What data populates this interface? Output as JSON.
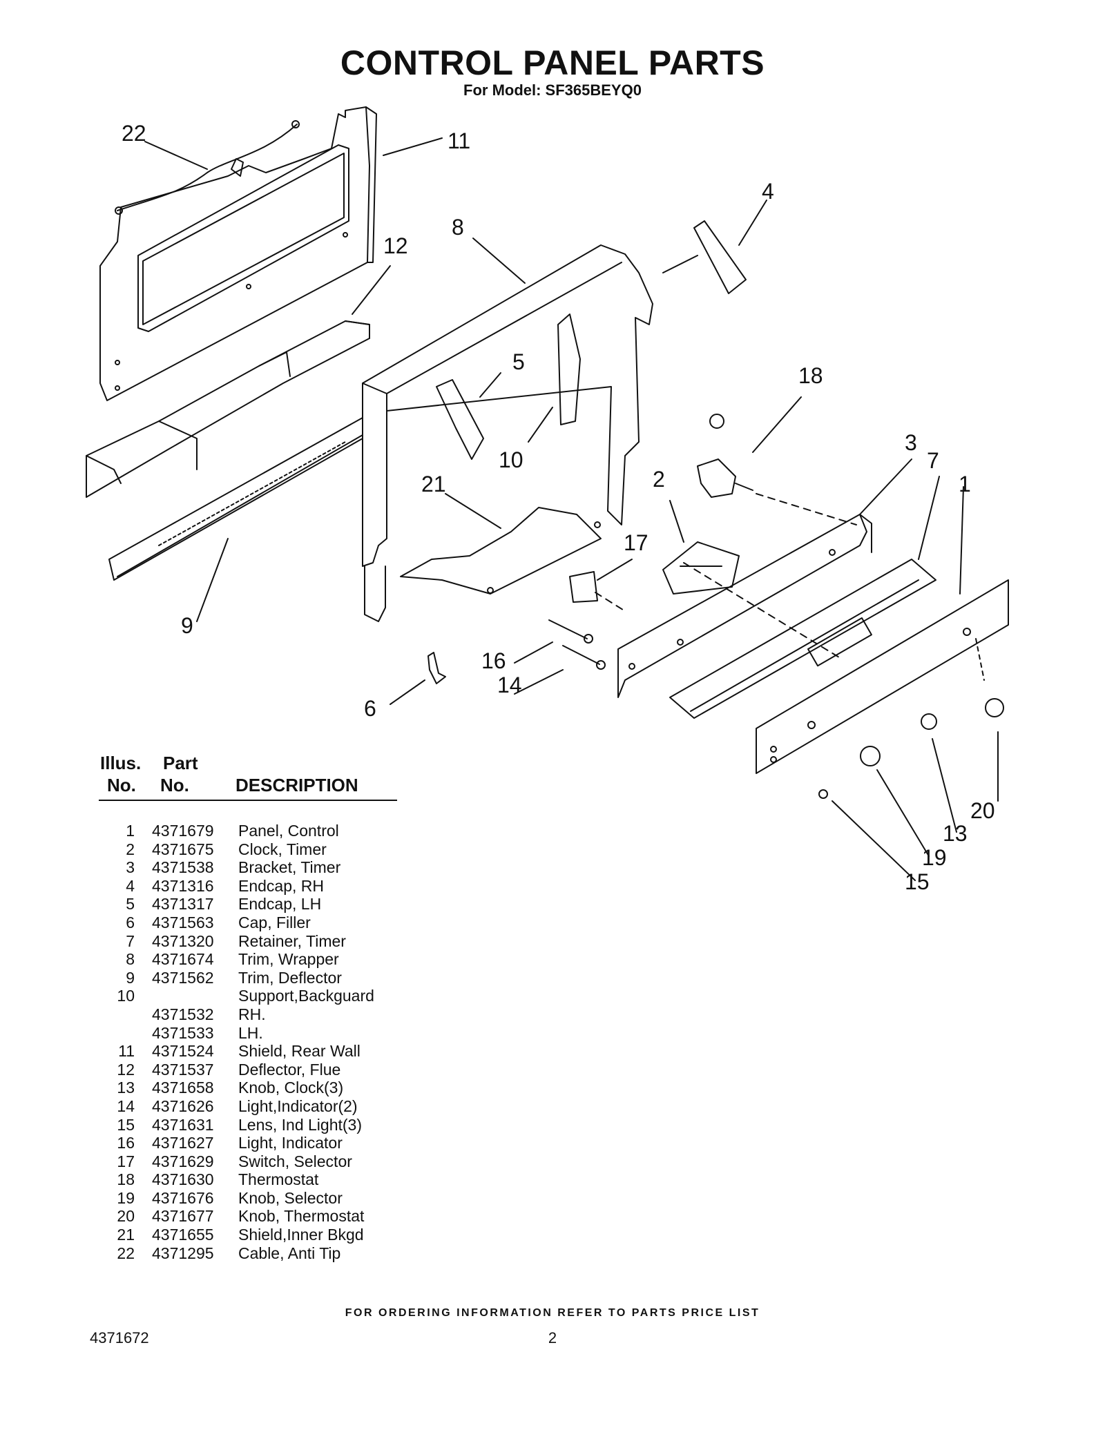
{
  "header": {
    "title": "CONTROL PANEL PARTS",
    "subtitle": "For Model: SF365BEYQ0"
  },
  "callouts": [
    "22",
    "11",
    "4",
    "8",
    "12",
    "5",
    "18",
    "10",
    "3",
    "7",
    "1",
    "21",
    "2",
    "17",
    "9",
    "16",
    "14",
    "6",
    "20",
    "13",
    "19",
    "15"
  ],
  "table": {
    "col1_line1": "Illus.",
    "col1_line2": "No.",
    "col2_line1": "Part",
    "col2_line2": "No.",
    "col3": "DESCRIPTION",
    "rows": [
      {
        "no": "1",
        "part": "4371679",
        "desc": "Panel, Control"
      },
      {
        "no": "2",
        "part": "4371675",
        "desc": "Clock, Timer"
      },
      {
        "no": "3",
        "part": "4371538",
        "desc": "Bracket, Timer"
      },
      {
        "no": "4",
        "part": "4371316",
        "desc": "Endcap, RH"
      },
      {
        "no": "5",
        "part": "4371317",
        "desc": "Endcap, LH"
      },
      {
        "no": "6",
        "part": "4371563",
        "desc": "Cap, Filler"
      },
      {
        "no": "7",
        "part": "4371320",
        "desc": "Retainer, Timer"
      },
      {
        "no": "8",
        "part": "4371674",
        "desc": "Trim, Wrapper"
      },
      {
        "no": "9",
        "part": "4371562",
        "desc": "Trim, Deflector"
      },
      {
        "no": "10",
        "part": "",
        "desc": "Support,Backguard"
      },
      {
        "no": "",
        "part": "4371532",
        "desc": "RH."
      },
      {
        "no": "",
        "part": "4371533",
        "desc": "LH."
      },
      {
        "no": "11",
        "part": "4371524",
        "desc": "Shield, Rear Wall"
      },
      {
        "no": "12",
        "part": "4371537",
        "desc": "Deflector, Flue"
      },
      {
        "no": "13",
        "part": "4371658",
        "desc": "Knob, Clock(3)"
      },
      {
        "no": "14",
        "part": "4371626",
        "desc": "Light,Indicator(2)"
      },
      {
        "no": "15",
        "part": "4371631",
        "desc": "Lens, Ind Light(3)"
      },
      {
        "no": "16",
        "part": "4371627",
        "desc": "Light, Indicator"
      },
      {
        "no": "17",
        "part": "4371629",
        "desc": "Switch, Selector"
      },
      {
        "no": "18",
        "part": "4371630",
        "desc": "Thermostat"
      },
      {
        "no": "19",
        "part": "4371676",
        "desc": "Knob, Selector"
      },
      {
        "no": "20",
        "part": "4371677",
        "desc": "Knob, Thermostat"
      },
      {
        "no": "21",
        "part": "4371655",
        "desc": "Shield,Inner Bkgd"
      },
      {
        "no": "22",
        "part": "4371295",
        "desc": "Cable, Anti Tip"
      }
    ]
  },
  "footer": {
    "ordering_note": "FOR ORDERING INFORMATION REFER TO PARTS PRICE LIST",
    "document_number": "4371672",
    "page_number": "2"
  }
}
